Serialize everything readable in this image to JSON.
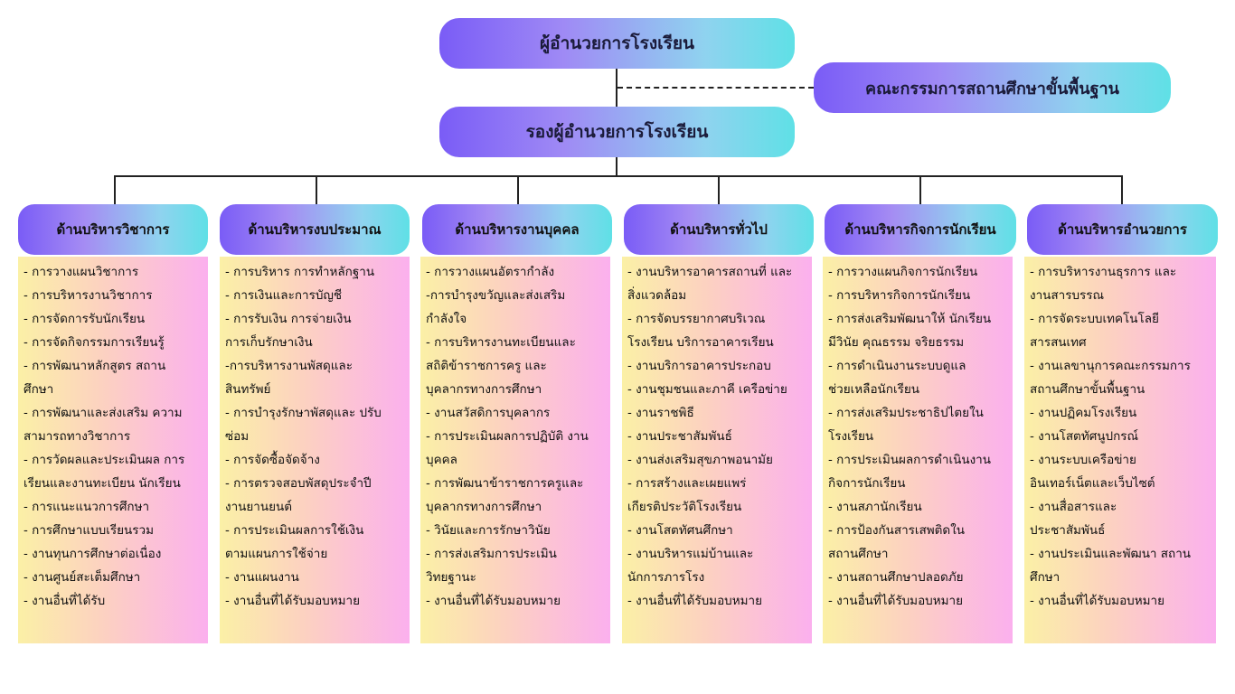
{
  "top": {
    "director": "ผู้อำนวยการโรงเรียน",
    "board": "คณะกรรมการสถานศึกษาขั้นพื้นฐาน",
    "deputy": "รองผู้อำนวยการโรงเรียน"
  },
  "columns": [
    {
      "title": "ด้านบริหารวิชาการ",
      "items": [
        "- การวางแผนวิชาการ",
        "- การบริหารงานวิชาการ",
        "- การจัดการรับนักเรียน",
        "- การจัดกิจกรรมการเรียนรู้",
        "- การพัฒนาหลักสูตร สถาน",
        "ศึกษา",
        "- การพัฒนาและส่งเสริม ความ",
        "สามารถทางวิชาการ",
        "- การวัดผลและประเมินผล การ",
        "เรียนและงานทะเบียน นักเรียน",
        "- การแนะแนวการศึกษา",
        "- การศึกษาแบบเรียนรวม",
        "- งานทุนการศึกษาต่อเนื่อง",
        "- งานศูนย์สะเต็มศึกษา",
        "- งานอื่นที่ได้รับ"
      ]
    },
    {
      "title": "ด้านบริหารงบประมาณ",
      "items": [
        "- การบริหาร การทำหลักฐาน",
        "- การเงินและการบัญชี",
        "- การรับเงิน การจ่ายเงิน",
        "การเก็บรักษาเงิน",
        "-การบริหารงานพัสดุและ",
        "สินทรัพย์",
        "- การบำรุงรักษาพัสดุและ ปรับ",
        "ซ่อม",
        "- การจัดซื้อจัดจ้าง",
        "- การตรวจสอบพัสดุประจำปี",
        "งานยานยนต์",
        "  - การประเมินผลการใช้เงิน",
        "ตามแผนการใช้จ่าย",
        "- งานแผนงาน",
        "- งานอื่นที่ได้รับมอบหมาย"
      ]
    },
    {
      "title": "ด้านบริหารงานบุคคล",
      "items": [
        "- การวางแผนอัตรากำลัง",
        "-การบำรุงขวัญและส่งเสริม",
        "กำลังใจ",
        "- การบริหารงานทะเบียนและ",
        "สถิติข้าราชการครู และ",
        "บุคลากรทางการศึกษา",
        "- งานสวัสดิการบุคลากร",
        "- การประเมินผลการปฏิบัติ งาน",
        "บุคคล",
        "- การพัฒนาข้าราชการครูและ",
        "บุคลากรทางการศึกษา",
        "  - วินัยและการรักษาวินัย",
        "- การส่งเสริมการประเมิน",
        "วิทยฐานะ",
        "- งานอื่นที่ได้รับมอบหมาย"
      ]
    },
    {
      "title": "ด้านบริหารทั่วไป",
      "items": [
        "- งานบริหารอาคารสถานที่ และ",
        "สิ่งแวดล้อม",
        "- การจัดบรรยากาศบริเวณ",
        "โรงเรียน บริการอาคารเรียน",
        "- งานบริการอาคารประกอบ",
        "- งานชุมชนและภาคี เครือข่าย",
        "  - งานราชพิธี",
        "- งานประชาสัมพันธ์",
        "- งานส่งเสริมสุขภาพอนามัย",
        "- การสร้างและเผยแพร่",
        "เกียรติประวัติโรงเรียน",
        "- งานโสตทัศนศึกษา",
        "- งานบริหารแม่บ้านและ",
        "นักการภารโรง",
        "- งานอื่นที่ได้รับมอบหมาย"
      ]
    },
    {
      "title": "ด้านบริหารกิจการนักเรียน",
      "items": [
        "- การวางแผนกิจการนักเรียน",
        "- การบริหารกิจการนักเรียน",
        "- การส่งเสริมพัฒนาให้ นักเรียน",
        "มีวินัย คุณธรรม จริยธรรม",
        "  - การดำเนินงานระบบดูแล",
        "ช่วยเหลือนักเรียน",
        "  - การส่งเสริมประชาธิปไตยใน",
        "โรงเรียน",
        "- การประเมินผลการดำเนินงาน",
        "กิจการนักเรียน",
        "- งานสภานักเรียน",
        "- การป้องกันสารเสพติดใน",
        "สถานศึกษา",
        "- งานสถานศึกษาปลอดภัย",
        "- งานอื่นที่ได้รับมอบหมาย"
      ]
    },
    {
      "title": "ด้านบริหารอำนวยการ",
      "items": [
        "- การบริหารงานธุรการ และ",
        "งานสารบรรณ",
        "- การจัดระบบเทคโนโลยี",
        "สารสนเทศ",
        "- งานเลขานุการคณะกรรมการ",
        "สถานศึกษาขั้นพื้นฐาน",
        "- งานปฏิคมโรงเรียน",
        "- งานโสตทัศนูปกรณ์",
        "  - งานระบบเครือข่าย",
        "อินเทอร์เน็ตและเว็บไซต์",
        "- งานสื่อสารและ",
        "ประชาสัมพันธ์",
        "- งานประเมินและพัฒนา สถาน",
        "ศึกษา",
        "- งานอื่นที่ได้รับมอบหมาย"
      ]
    }
  ]
}
